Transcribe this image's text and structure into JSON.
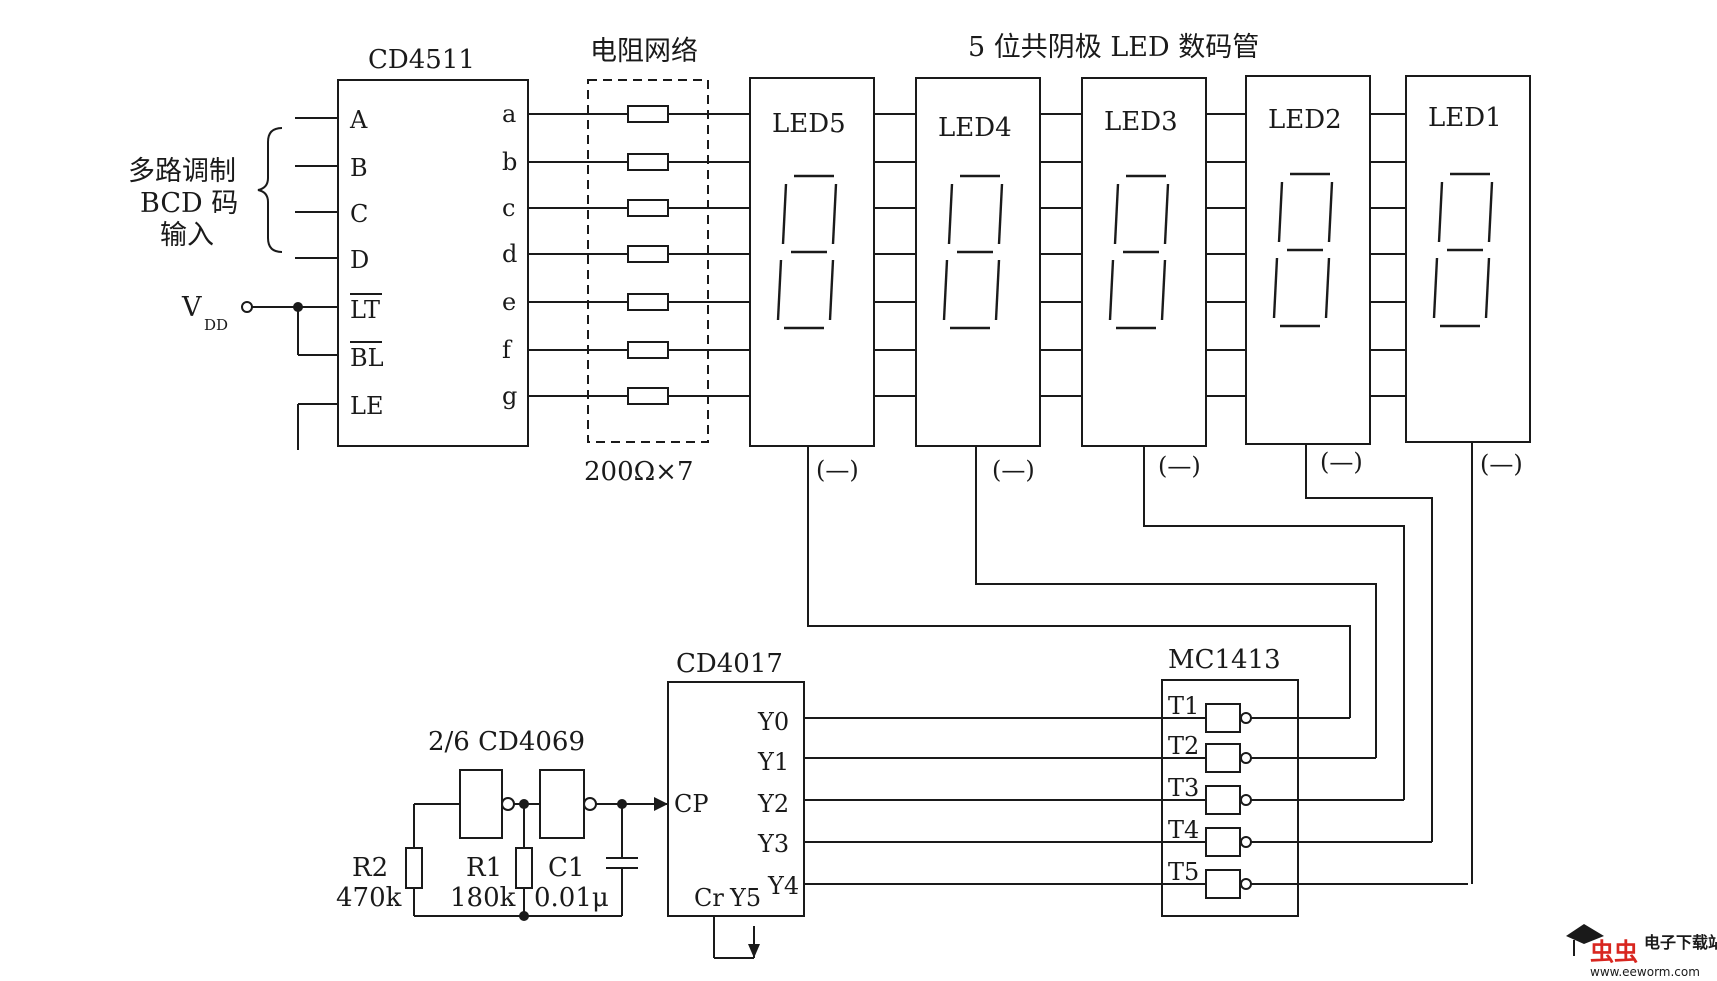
{
  "decoder": {
    "title": "CD4511",
    "inputs": [
      "A",
      "B",
      "C",
      "D"
    ],
    "lt": "LT",
    "bl": "BL",
    "le": "LE",
    "outputs": [
      "a",
      "b",
      "c",
      "d",
      "e",
      "f",
      "g"
    ]
  },
  "input_label": {
    "line1": "多路调制",
    "line2": "BCD 码",
    "line3": "输入"
  },
  "vdd": {
    "main": "V",
    "sub": "DD"
  },
  "resistor_network": {
    "title": "电阻网络",
    "value": "200Ω×7"
  },
  "displays": {
    "title": "5 位共阴极 LED 数码管",
    "names": [
      "LED5",
      "LED4",
      "LED3",
      "LED2",
      "LED1"
    ],
    "common": "(—)"
  },
  "counter": {
    "title": "CD4017",
    "cp": "CP",
    "outputs": [
      "Y0",
      "Y1",
      "Y2",
      "Y3",
      "Y4"
    ],
    "cr": "Cr",
    "y5": "Y5"
  },
  "oscillator": {
    "title": "2/6 CD4069",
    "r2": {
      "name": "R2",
      "value": "470k"
    },
    "r1": {
      "name": "R1",
      "value": "180k"
    },
    "c1": {
      "name": "C1",
      "value": "0.01μ"
    }
  },
  "driver": {
    "title": "MC1413",
    "channels": [
      "T1",
      "T2",
      "T3",
      "T4",
      "T5"
    ]
  },
  "watermark": {
    "brand": "电子下载站",
    "url": "www.eeworm.com"
  }
}
